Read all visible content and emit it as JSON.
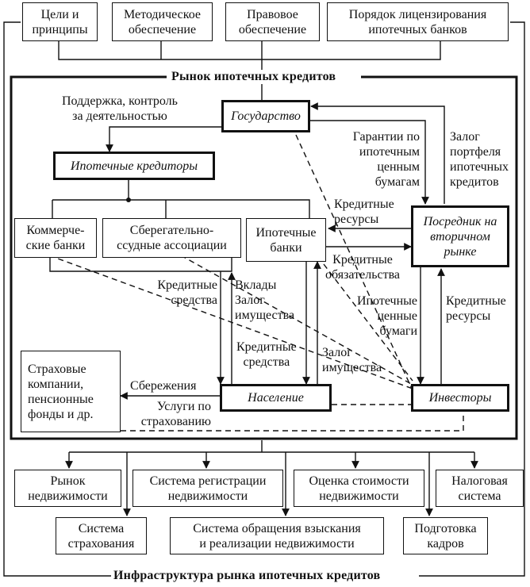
{
  "top_boxes": [
    {
      "id": "goals",
      "label": "Цели и\nпринципы"
    },
    {
      "id": "methodical",
      "label": "Методическое\nобеспечение"
    },
    {
      "id": "legal",
      "label": "Правовое\nобеспечение"
    },
    {
      "id": "licensing",
      "label": "Порядок лицензирования\nипотечных банков"
    }
  ],
  "market": {
    "title": "Рынок ипотечных кредитов",
    "nodes": {
      "state": "Государство",
      "creditors": "Ипотечные кредиторы",
      "commercial_banks": "Коммерче-\nские банки",
      "savings_assoc": "Сберегательно-\nссудные ассоциации",
      "mortgage_banks": "Ипотечные\nбанки",
      "intermediary": "Посредник на\nвторичном\nрынке",
      "insurance": "Страховые\nкомпании,\nпенсионные\nфонды и др.",
      "population": "Население",
      "investors": "Инвесторы"
    },
    "edge_labels": {
      "support_control": "Поддержка, контроль\nза деятельностью",
      "guarantees": "Гарантии по\nипотечным\nценным\nбумагам",
      "pledge_portfolio": "Залог\nпортфеля\nипотечных\nкредитов",
      "credit_resources_top": "Кредитные\nресурсы",
      "credit_obligations": "Кредитные\nобязательства",
      "credit_funds_left": "Кредитные\nсредства",
      "deposits_pledge": "Вклады\nЗалог\nимущества",
      "mortgage_securities": "Ипотечные\nценные\nбумаги",
      "credit_resources_right": "Кредитные\nресурсы",
      "credit_funds_mid": "Кредитные\nсредства",
      "pledge_property": "Залог\nимущества",
      "savings": "Сбережения",
      "insurance_services": "Услуги по\nстрахованию"
    }
  },
  "infrastructure": {
    "title": "Инфраструктура рынка ипотечных кредитов",
    "boxes": [
      {
        "id": "real_estate_market",
        "label": "Рынок\nнедвижимости"
      },
      {
        "id": "registration",
        "label": "Система регистрации\nнедвижимости"
      },
      {
        "id": "valuation",
        "label": "Оценка стоимости\nнедвижимости"
      },
      {
        "id": "tax",
        "label": "Налоговая\nсистема"
      },
      {
        "id": "insurance_system",
        "label": "Система\nстрахования"
      },
      {
        "id": "foreclosure",
        "label": "Система обращения взыскания\nи реализации недвижимости"
      },
      {
        "id": "training",
        "label": "Подготовка\nкадров"
      }
    ]
  }
}
